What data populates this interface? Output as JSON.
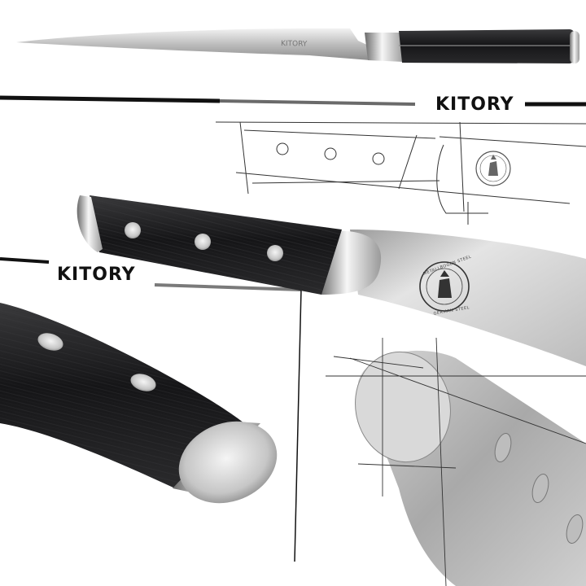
{
  "brand": {
    "logo_top": "KITORY",
    "logo_left": "KITORY",
    "blade_engraving": "KITORY",
    "stamp_top": "METALLBOGEN STEEL",
    "stamp_bottom": "GERMAN STEEL"
  },
  "colors": {
    "handle": "#1b1b1d",
    "steel": "#c9c9c9",
    "line": "#222222",
    "background": "#ffffff"
  }
}
